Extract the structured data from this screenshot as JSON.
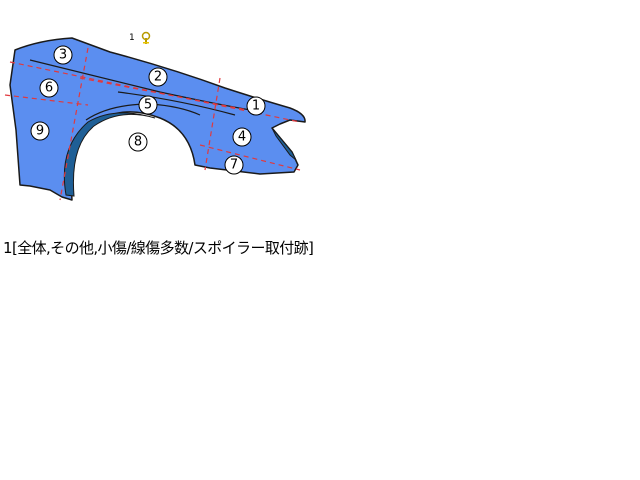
{
  "diagram": {
    "part": "fender",
    "fill_color": "#5b8ef0",
    "outline_color": "#1a1a1a",
    "cut_line_color": "#e0393e",
    "marker": {
      "number": "1",
      "icon": "question-pin-icon",
      "icon_color": "#e8c400"
    },
    "zones": [
      "1",
      "2",
      "3",
      "4",
      "5",
      "6",
      "7",
      "8",
      "9"
    ]
  },
  "note": {
    "text": "1[全体,その他,小傷/線傷多数/スポイラー取付跡]"
  }
}
